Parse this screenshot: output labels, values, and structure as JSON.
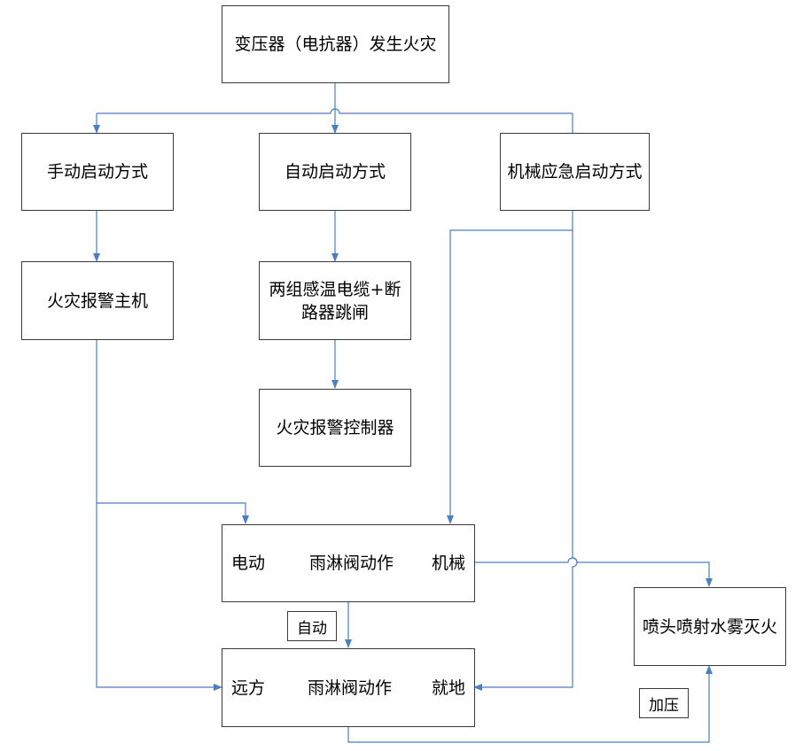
{
  "nodes": {
    "fire": "变压器（电抗器）发生火灾",
    "manual": "手动启动方式",
    "auto": "自动启动方式",
    "mechanical": "机械应急启动方式",
    "alarm_host": "火灾报警主机",
    "sensor": "两组感温电缆+断路器跳闸",
    "controller": "火灾报警控制器",
    "valve1": {
      "left": "电动",
      "center": "雨淋阀动作",
      "right": "机械"
    },
    "valve2": {
      "left": "远方",
      "center": "雨淋阀动作",
      "right": "就地"
    },
    "spray": "喷头喷射水雾灭火"
  },
  "edge_labels": {
    "auto": "自动",
    "pressurize": "加压"
  },
  "colors": {
    "line": "#4a7fc4",
    "border": "#3a3a3a"
  }
}
